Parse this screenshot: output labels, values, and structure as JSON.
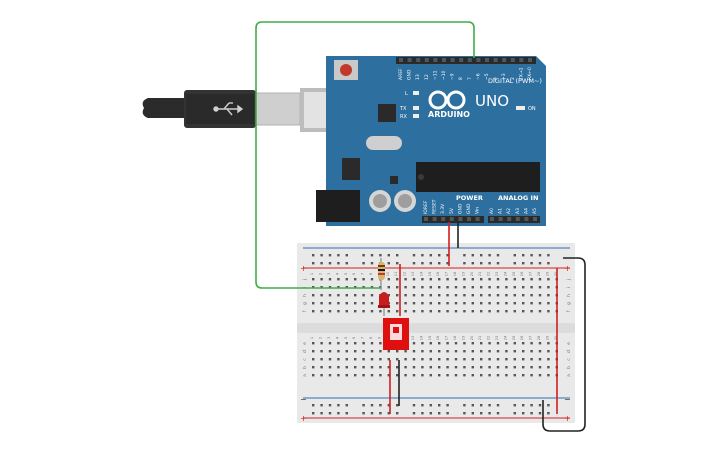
{
  "canvas": {
    "background": "#ffffff"
  },
  "colors": {
    "board": "#2d6f9e",
    "board_dark": "#1f5680",
    "header": "#2a2a2a",
    "wire_green": "#3fae49",
    "wire_red": "#d11f1f",
    "wire_black": "#222222",
    "breadboard": "#e9e9e9",
    "rail_red": "#d11f1f",
    "rail_blue": "#2a6fb4",
    "led": "#c81e1e",
    "switch": "#e01010"
  },
  "arduino": {
    "model": "UNO",
    "brand": "ARDUINO",
    "digital_label": "DIGITAL (PWM~)",
    "power_label": "POWER",
    "analog_label": "ANALOG IN",
    "on_label": "ON",
    "l_label": "L",
    "tx_label": "TX",
    "rx_label": "RX",
    "digital_pins": [
      "AREF",
      "GND",
      "13",
      "12",
      "~11",
      "~10",
      "~9",
      "8",
      "7",
      "~6",
      "~5",
      "4",
      "~3",
      "2",
      "TX→1",
      "RX←0"
    ],
    "power_pins": [
      "IOREF",
      "RESET",
      "3.3V",
      "5V",
      "GND",
      "GND",
      "Vin"
    ],
    "analog_pins": [
      "A0",
      "A1",
      "A2",
      "A3",
      "A4",
      "A5"
    ]
  },
  "breadboard": {
    "top_columns": [
      "1",
      "2",
      "3",
      "4",
      "5",
      "6",
      "7",
      "8",
      "9",
      "10",
      "11",
      "12",
      "13",
      "14",
      "15",
      "16",
      "17",
      "18",
      "19",
      "20",
      "21",
      "22",
      "23",
      "24",
      "25",
      "26",
      "27",
      "28",
      "29",
      "30"
    ],
    "rows_top": [
      "j",
      "i",
      "h",
      "g",
      "f"
    ],
    "rows_bottom": [
      "e",
      "d",
      "c",
      "b",
      "a"
    ],
    "rail_plus": "+",
    "rail_minus": "−"
  },
  "icons": {
    "usb": "usb-icon",
    "arduino_logo": "infinity-icon"
  }
}
